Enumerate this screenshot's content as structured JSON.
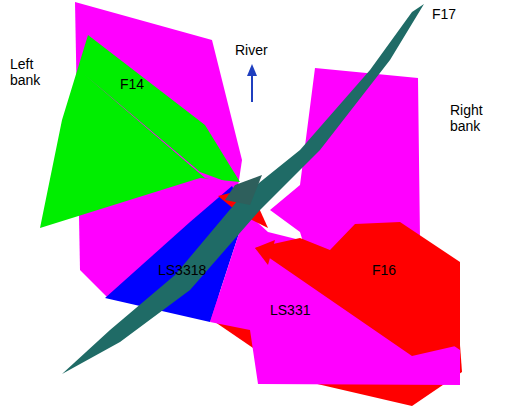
{
  "diagram": {
    "labels": [
      "Left bank",
      "River",
      "F17",
      "F14",
      "Right bank",
      "LS3318",
      "LS331",
      "F16"
    ]
  }
}
